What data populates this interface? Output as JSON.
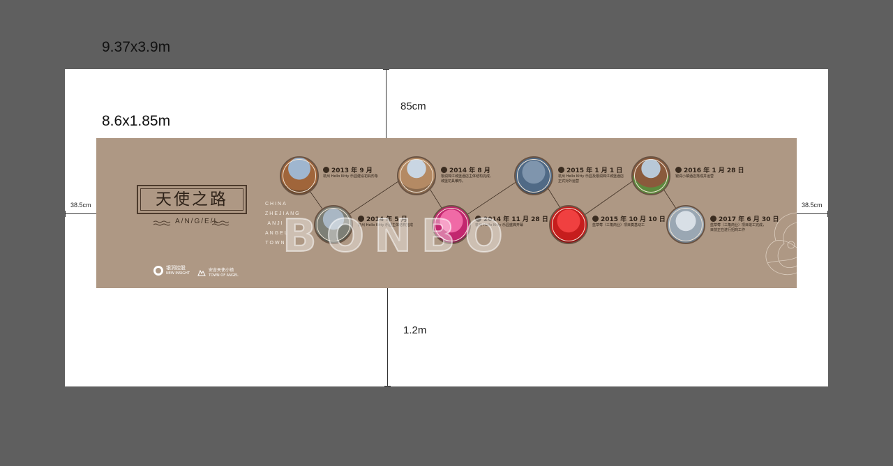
{
  "dimensions": {
    "outer": "9.37x3.9m",
    "banner": "8.6x1.85m",
    "top_gap": "85cm",
    "bottom_gap": "1.2m",
    "left_gap": "38.5cm",
    "right_gap": "38.5cm"
  },
  "banner": {
    "title": "天使之路",
    "subtitle": "A/N/G/E/L",
    "vertical_text": [
      "CHINA",
      "ZHEJIANG",
      "ANJI",
      "ANGEL",
      "TOWN"
    ],
    "logos": [
      {
        "name": "银润控股",
        "en": "NEW INSIGHT"
      },
      {
        "name": "安吉天使小镇",
        "en": "TOWN OF ANGEL"
      }
    ]
  },
  "events": [
    {
      "date": "2013 年 9 月",
      "desc": [
        "杭州 Hello Kitty 乐园建设初具形象"
      ]
    },
    {
      "date": "2014 年 5 月",
      "desc": [
        "杭州 Hello Kitty 乐园主体结构完成"
      ]
    },
    {
      "date": "2014 年 8 月",
      "desc": [
        "银润锦江城堡酒店主体结构完成、",
        "城堡初具雏形。"
      ]
    },
    {
      "date": "2014 年 11 月 28 日",
      "desc": [
        "杭州 Hello Kitty 乐园盛典开幕"
      ]
    },
    {
      "date": "2015 年 1 月 1 日",
      "desc": [
        "杭州 Hello Kitty 乐园及银润锦江城堡酒店",
        "正式对外运营"
      ]
    },
    {
      "date": "2015 年 10 月 10 日",
      "desc": [
        "蓝草莓（三角商业）项目奠基动工"
      ]
    },
    {
      "date": "2016 年 1 月 28 日",
      "desc": [
        "银润小镇酒店落成并运营"
      ]
    },
    {
      "date": "2017 年 6 月 30 日",
      "desc": [
        "蓝草莓（三角商业）项目竣工完成，",
        "目前正在进行招商工作"
      ]
    }
  ],
  "watermark": "BONBO",
  "colors": {
    "banner_bg": "#ae9884",
    "text_dark": "#2e2218",
    "canvas_bg": "#ffffff",
    "frame_bg": "#5f5f5f"
  }
}
